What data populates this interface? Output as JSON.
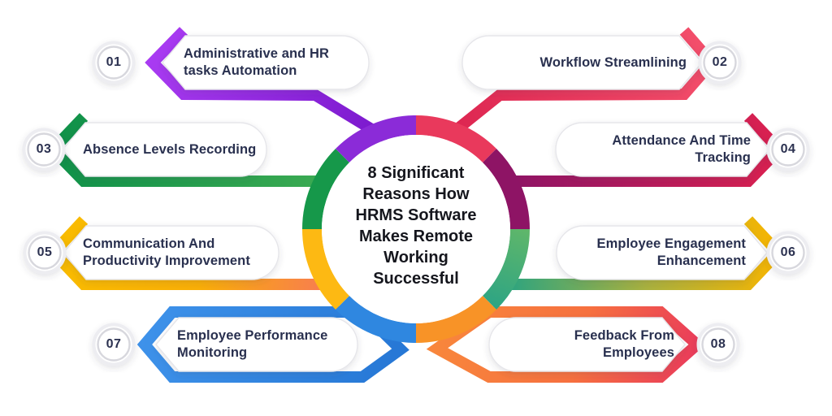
{
  "center": {
    "title": "8 Significant Reasons How HRMS Software Makes Remote Working Successful"
  },
  "items": [
    {
      "number": "01",
      "label": "Administrative and HR tasks Automation",
      "color": "#8B2BD8",
      "side": "left"
    },
    {
      "number": "02",
      "label": "Workflow Streamlining",
      "color": "#E9395C",
      "side": "right"
    },
    {
      "number": "03",
      "label": "Absence Levels Recording",
      "color": "#16984A",
      "side": "left"
    },
    {
      "number": "04",
      "label": "Attendance And Time Tracking",
      "color": "#B81A4E",
      "side": "right"
    },
    {
      "number": "05",
      "label": "Communication And Productivity Improvement",
      "color": "#F9BC00",
      "side": "left"
    },
    {
      "number": "06",
      "label": "Employee Engagement Enhancement",
      "color": "#F8B500",
      "side": "right"
    },
    {
      "number": "07",
      "label": "Employee Performance Monitoring",
      "color": "#2F87E0",
      "side": "left"
    },
    {
      "number": "08",
      "label": "Feedback From Employees",
      "color": "#F8873C",
      "side": "right"
    }
  ],
  "ring_segment_colors": [
    "#E9395C",
    "#8E1465",
    "#2FA47E",
    "#F89327",
    "#2F87E0",
    "#FDB913",
    "#16984A",
    "#8B2BD8"
  ]
}
